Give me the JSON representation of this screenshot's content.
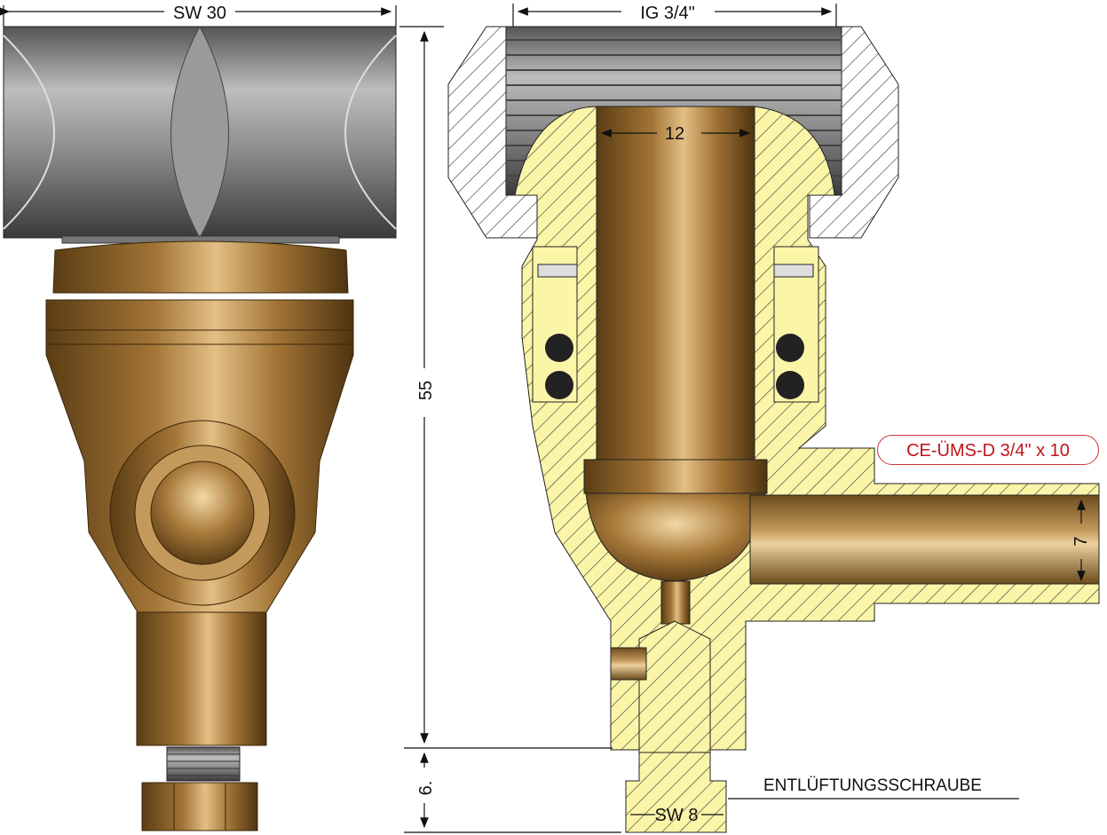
{
  "dimensions": {
    "hex_width": "SW 30",
    "thread": "IG 3/4\"",
    "bore": "12",
    "height": "55",
    "small_height": "6.",
    "hose_bore": "7",
    "vent_hex": "SW 8"
  },
  "labels": {
    "product": "CE-ÜMS-D 3/4\" x 10",
    "vent_screw": "ENTLÜFTUNGSSCHRAUBE"
  },
  "colors": {
    "brass_dark": "#6b4a1c",
    "brass_mid": "#a87a3a",
    "brass_light": "#e8c48a",
    "section_fill": "#fbf5a8",
    "steel": "#8c8c8c",
    "callout_red": "#c0141c"
  }
}
